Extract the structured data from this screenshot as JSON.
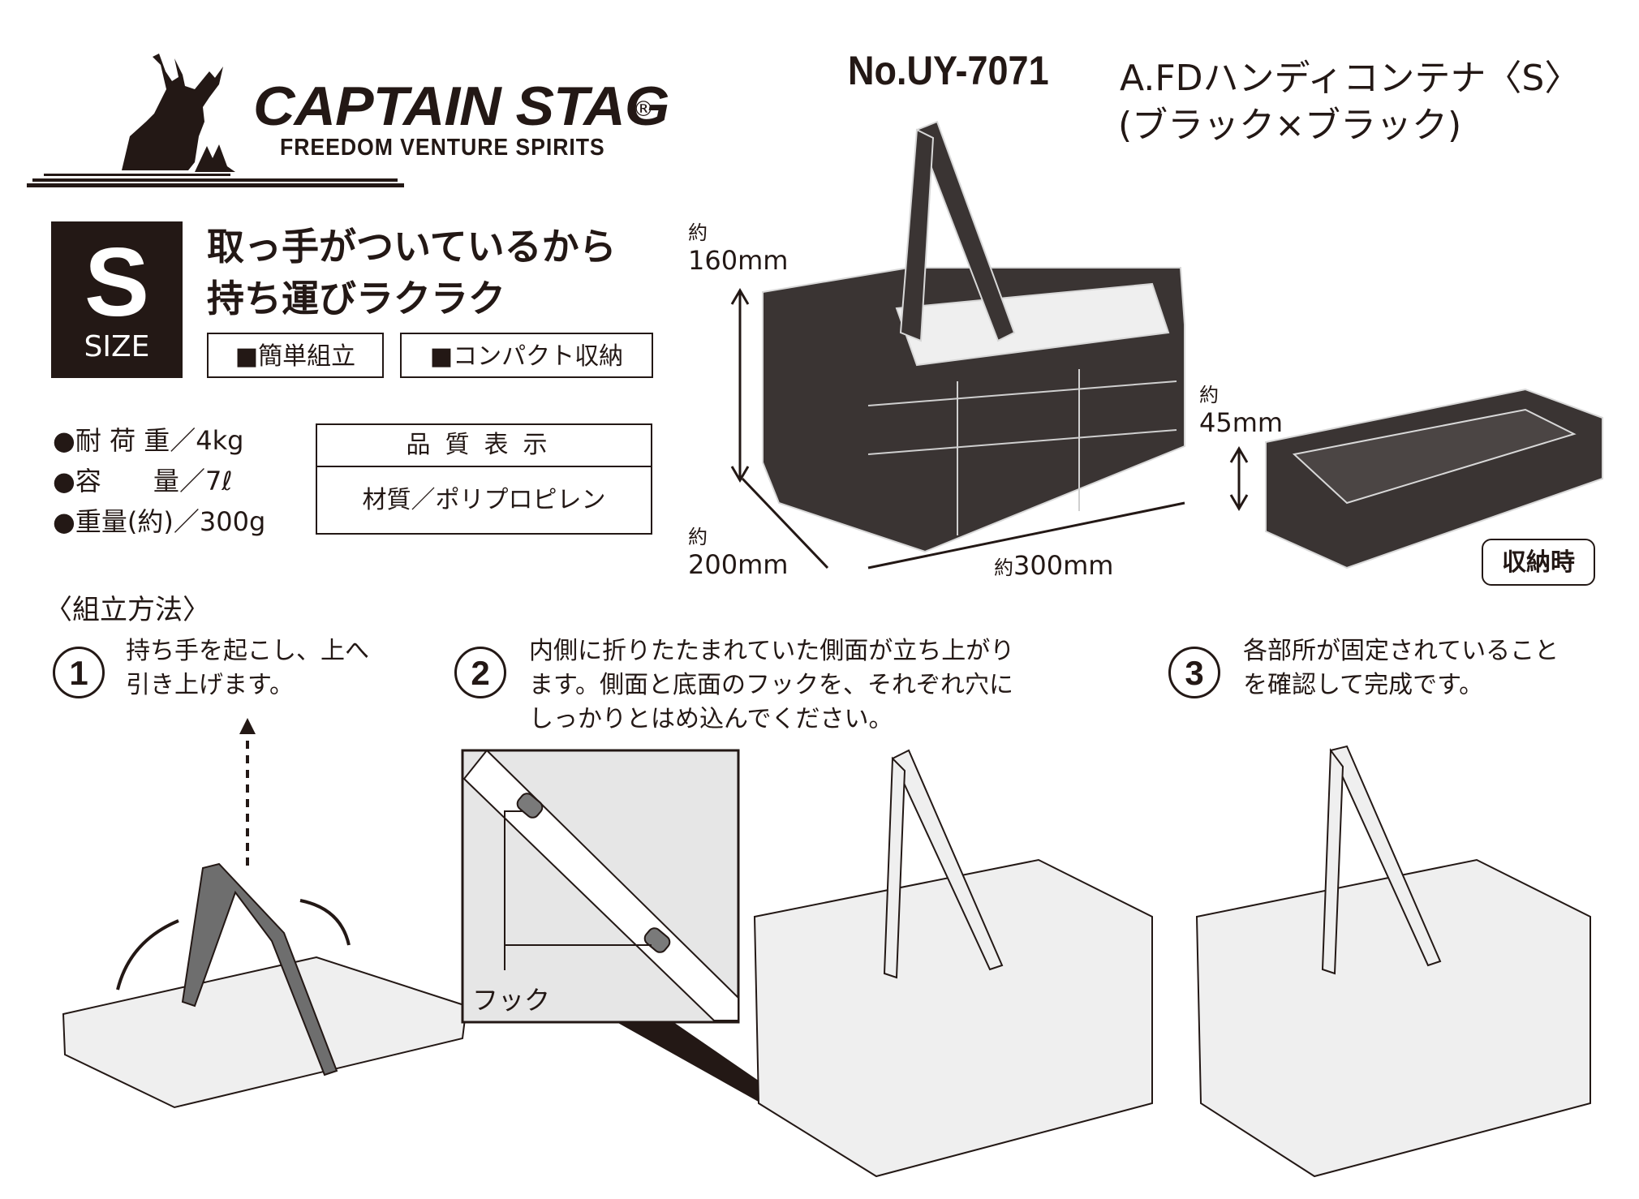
{
  "brand": {
    "name": "CAPTAIN STAG",
    "registered_mark": "®",
    "tagline": "FREEDOM VENTURE SPIRITS"
  },
  "product": {
    "model_number": "No.UY-7071",
    "name": "A.FDハンディコンテナ〈S〉",
    "color": "(ブラック×ブラック)"
  },
  "size_badge": {
    "letter": "S",
    "label": "SIZE"
  },
  "headline": {
    "line1": "取っ手がついているから",
    "line2": "持ち運びラクラク"
  },
  "features": [
    "■簡単組立",
    "■コンパクト収納"
  ],
  "specs": [
    {
      "label": "●耐 荷 重",
      "value": "／4kg"
    },
    {
      "label": "●容　　量",
      "value": "／7ℓ"
    },
    {
      "label": "●重量(約)",
      "value": "／300g"
    }
  ],
  "quality_label": {
    "title": "品質表示",
    "material": "材質／ポリプロピレン"
  },
  "dimensions": {
    "height": {
      "prefix": "約",
      "value": "160mm"
    },
    "depth": {
      "prefix": "約",
      "value": "200mm"
    },
    "width": {
      "prefix": "約",
      "value": "300mm"
    },
    "folded_height": {
      "prefix": "約",
      "value": "45mm"
    },
    "stored_label": "収納時"
  },
  "assembly": {
    "title": "〈組立方法〉",
    "steps": [
      {
        "number": "1",
        "lines": [
          "持ち手を起こし、上へ",
          "引き上げます。"
        ]
      },
      {
        "number": "2",
        "lines": [
          "内側に折りたたまれていた側面が立ち上がり",
          "ます。側面と底面のフックを、それぞれ穴に",
          "しっかりとはめ込んでください。"
        ]
      },
      {
        "number": "3",
        "lines": [
          "各部所が固定されていること",
          "を確認して完成です。"
        ]
      }
    ],
    "hook_label": "フック"
  },
  "colors": {
    "ink": "#231815",
    "product_dark": "#3a3433",
    "illustration_fill": "#eeeeee",
    "handle_gray": "#6e6e6e"
  }
}
